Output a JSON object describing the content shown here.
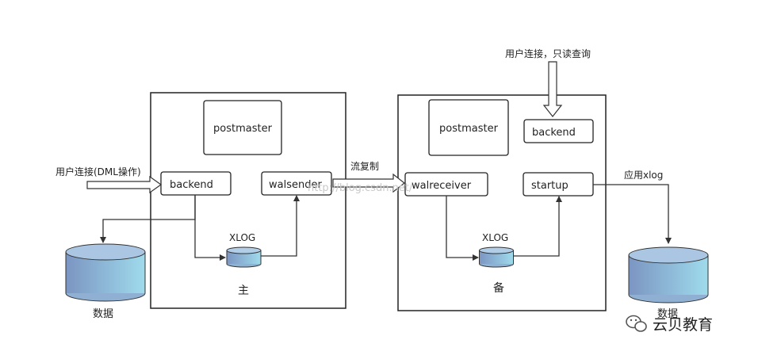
{
  "primary": {
    "postmaster": "postmaster",
    "backend": "backend",
    "walsender": "walsender",
    "xlog": "XLOG",
    "label": "主",
    "user_conn": "用户连接(DML操作)",
    "db_label": "数据"
  },
  "standby": {
    "postmaster": "postmaster",
    "backend": "backend",
    "walreceiver": "walreceiver",
    "startup": "startup",
    "xlog": "XLOG",
    "label": "备",
    "user_conn": "用户连接，只读查询",
    "apply_label": "应用xlog",
    "db_label": "数据"
  },
  "replication_label": "流复制",
  "watermark": "http://blog.csdn.net/",
  "brand": "云贝教育",
  "colors": {
    "box_border": "#222222",
    "line": "#333333",
    "cyl_top": "#a9c6e2",
    "cyl_body_dark": "#7f9dc4",
    "cyl_body_light": "#9cd7ea"
  }
}
